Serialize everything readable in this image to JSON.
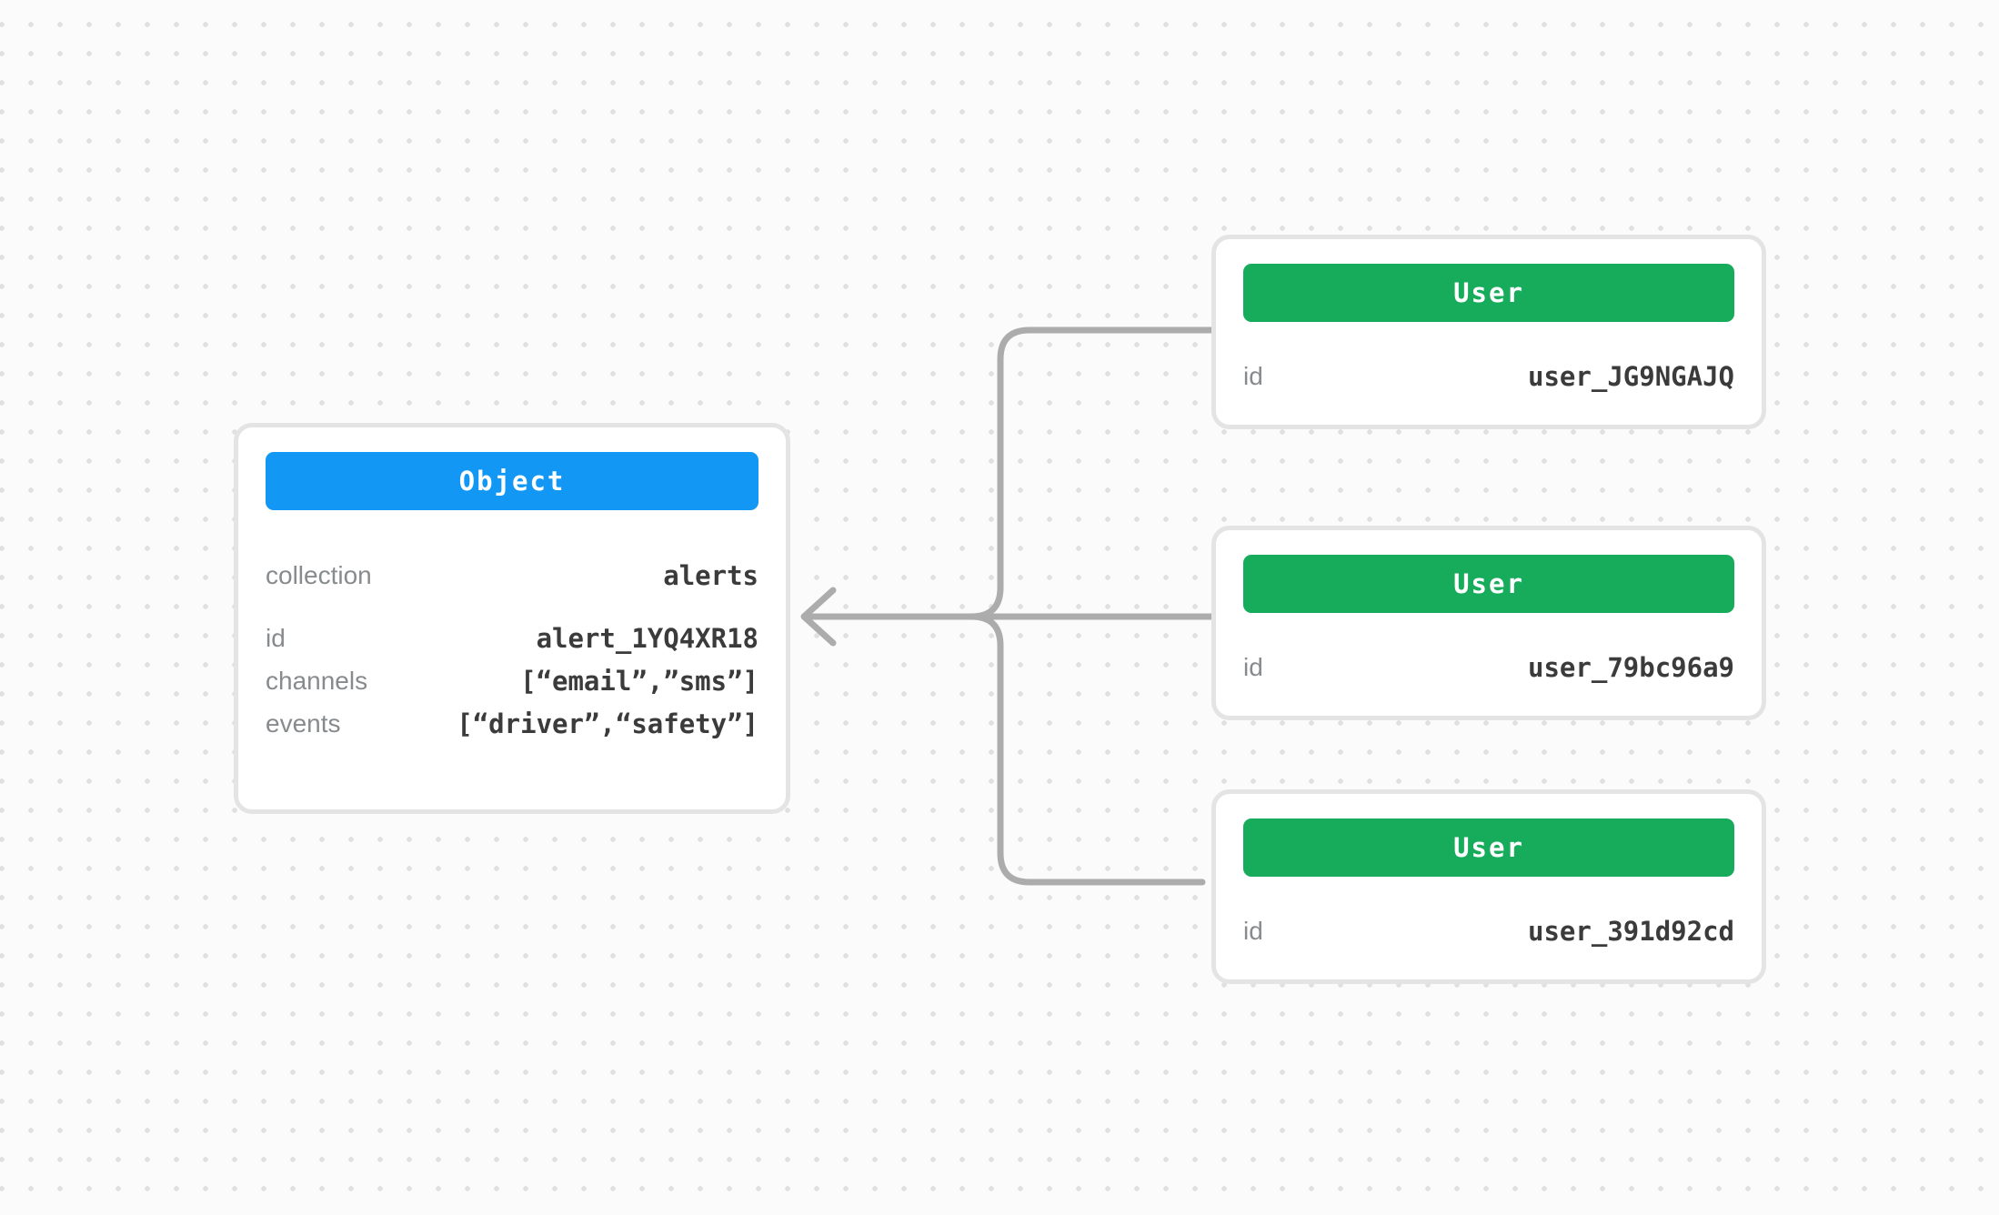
{
  "diagram": {
    "object_node": {
      "header": "Object",
      "header_color": "#1297f5",
      "collection_row": {
        "label": "collection",
        "value": "alerts"
      },
      "fields": [
        {
          "label": "id",
          "value": "alert_1YQ4XR18"
        },
        {
          "label": "channels",
          "value": "[“email”,”sms”]"
        },
        {
          "label": "events",
          "value": "[“driver”,“safety”]"
        }
      ]
    },
    "user_nodes": [
      {
        "header": "User",
        "id_label": "id",
        "id_value": "user_JG9NGAJQ"
      },
      {
        "header": "User",
        "id_label": "id",
        "id_value": "user_79bc96a9"
      },
      {
        "header": "User",
        "id_label": "id",
        "id_value": "user_391d92cd"
      }
    ],
    "colors": {
      "object_header": "#1297f5",
      "user_header": "#17ab5c",
      "connector": "#acacac",
      "card_border": "#e4e4e4"
    }
  }
}
